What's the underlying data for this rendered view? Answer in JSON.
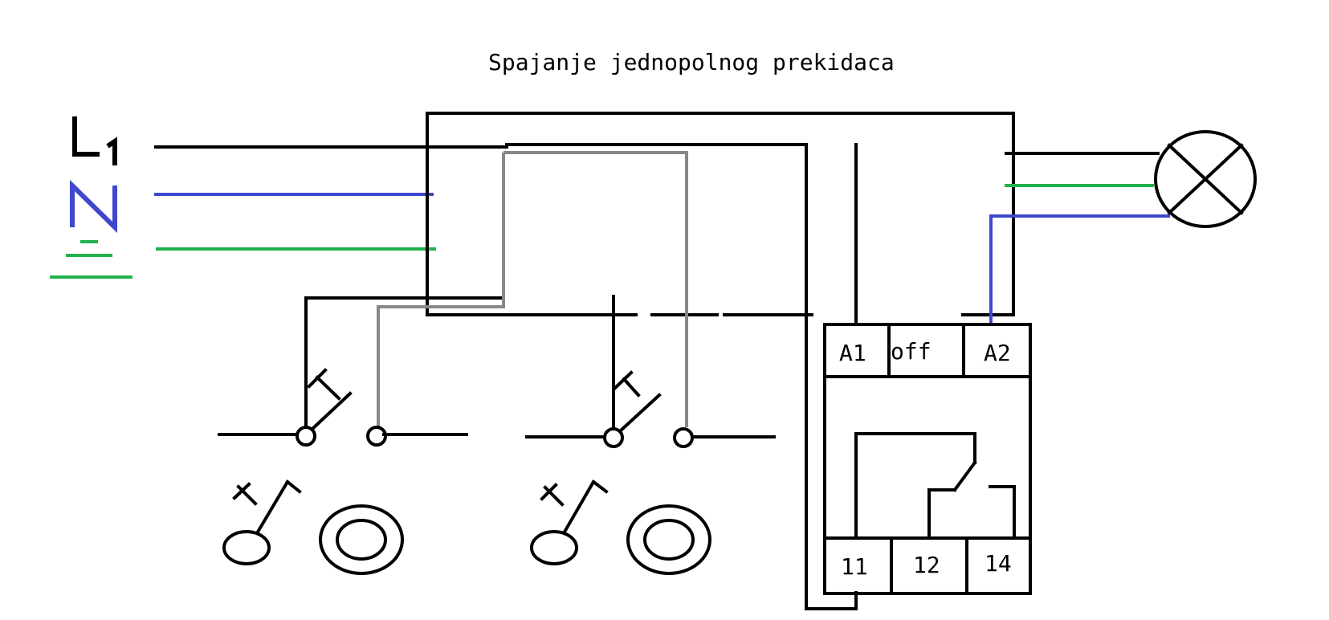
{
  "title": "Spajanje jednopolnog prekidaca",
  "relay": {
    "top_terminals": [
      "A1",
      "off",
      "A2"
    ],
    "bottom_terminals": [
      "11",
      "12",
      "14"
    ]
  },
  "colors": {
    "phase": "#000000",
    "neutral": "#3f48cc",
    "earth": "#22b14c",
    "switched": "#888888"
  },
  "icons": [
    "phase-L1-symbol",
    "neutral-N-symbol",
    "earth-symbol",
    "lamp-icon",
    "pushbutton-symbol",
    "button-face-icon"
  ]
}
